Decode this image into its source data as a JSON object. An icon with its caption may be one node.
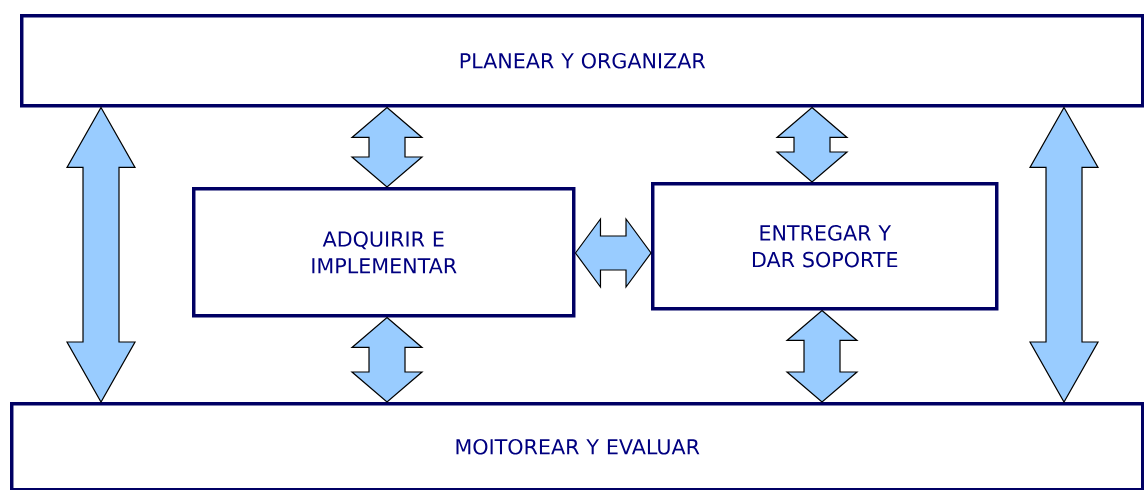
{
  "diagram": {
    "nodes": [
      {
        "text": [
          "PLANEAR Y ORGANIZAR"
        ]
      },
      {
        "text": [
          "ADQUIRIR E IMPLEMENTAR"
        ]
      },
      {
        "text": [
          "ENTREGAR Y DAR SOPORTE"
        ]
      },
      {
        "text": [
          "MOITOREAR Y EVALUAR"
        ]
      }
    ],
    "edges": [
      {
        "from": 0,
        "to": 3,
        "arrow": "both"
      },
      {
        "from": 0,
        "to": 1,
        "arrow": "both"
      },
      {
        "from": 0,
        "to": 2,
        "arrow": "both"
      },
      {
        "from": 1,
        "to": 2,
        "arrow": "both"
      },
      {
        "from": 1,
        "to": 3,
        "arrow": "both"
      },
      {
        "from": 2,
        "to": 3,
        "arrow": "both"
      },
      {
        "from": 0,
        "to": 3,
        "arrow": "both"
      }
    ]
  }
}
